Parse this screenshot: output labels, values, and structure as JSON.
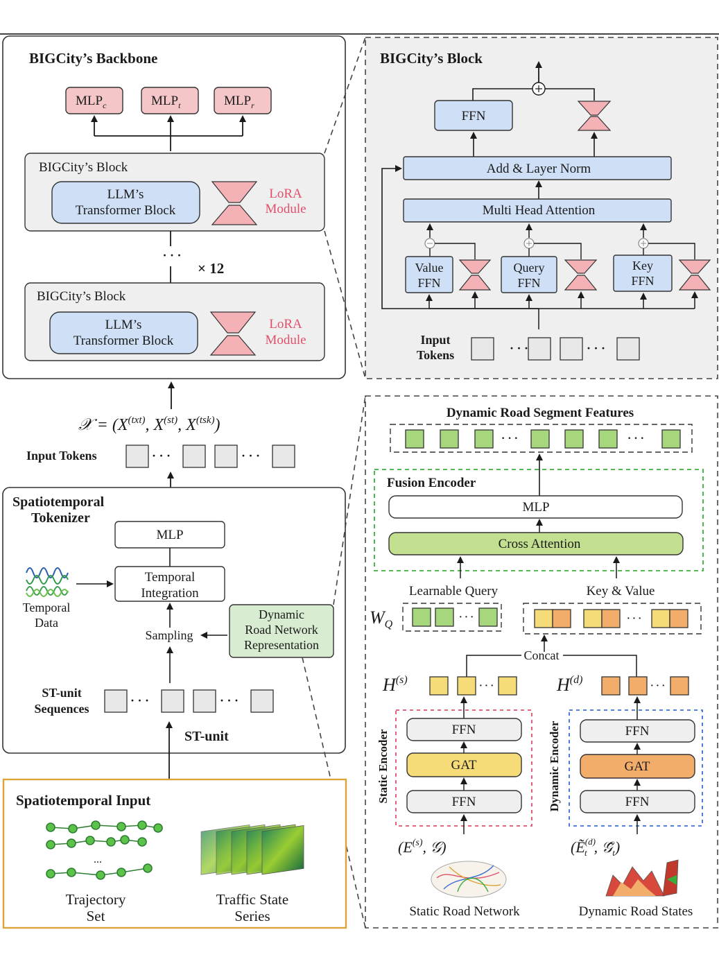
{
  "colors": {
    "mlp_pink": "#f4c6c8",
    "block_blue": "#cfe0f6",
    "gray_panel": "#efefef",
    "lora_pink": "#f4b2b6",
    "lora_text": "#e0506a",
    "green_node": "#a7d77c",
    "yellow_node": "#f6dc79",
    "orange_node": "#f3ad6a",
    "input_border": "#d9a43a",
    "green_dash": "#3aae3a",
    "red_dash": "#e0506a",
    "blue_dash": "#3a6ed6"
  },
  "backbone": {
    "title": "BIGCity’s Backbone",
    "heads": [
      {
        "base": "MLP",
        "sub": "c"
      },
      {
        "base": "MLP",
        "sub": "t"
      },
      {
        "base": "MLP",
        "sub": "r"
      }
    ],
    "block_top_title": "BIGCity’s Block",
    "block_bottom_title": "BIGCity’s Block",
    "transformer_line1": "LLM’s",
    "transformer_line2": "Transformer Block",
    "lora_line1": "LoRA",
    "lora_line2": "Module",
    "ellipsis": "· · ·",
    "repeat": "× 12"
  },
  "block_detail": {
    "title": "BIGCity’s Block",
    "ffn": "FFN",
    "add_norm": "Add & Layer Norm",
    "mha": "Multi Head Attention",
    "value_ffn": [
      "Value",
      "FFN"
    ],
    "query_ffn": [
      "Query",
      "FFN"
    ],
    "key_ffn": [
      "Key",
      "FFN"
    ],
    "input_tokens": [
      "Input",
      "Tokens"
    ]
  },
  "middle": {
    "formula_lhs": "𝒳 = (X",
    "sup_txt": "(txt)",
    "sup_st": "(st)",
    "sup_tsk": "(tsk)",
    "input_tokens": "Input Tokens"
  },
  "tokenizer": {
    "title_line1": "Spatiotemporal",
    "title_line2": "Tokenizer",
    "mlp": "MLP",
    "temporal_integration": [
      "Temporal",
      "Integration"
    ],
    "temporal_data": [
      "Temporal",
      "Data"
    ],
    "sampling": "Sampling",
    "dynamic_rn": [
      "Dynamic",
      "Road Network",
      "Representation"
    ],
    "st_unit_sequences": [
      "ST-unit",
      "Sequences"
    ],
    "st_unit": "ST-unit"
  },
  "input_panel": {
    "title": "Spatiotemporal Input",
    "trajectory": [
      "Trajectory",
      "Set"
    ],
    "traffic": [
      "Traffic State",
      "Series"
    ],
    "dots": "..."
  },
  "road": {
    "title": "Dynamic Road Segment Features",
    "fusion_title": "Fusion  Encoder",
    "mlp": "MLP",
    "cross_attention": "Cross Attention",
    "learnable_query": "Learnable Query",
    "key_value": "Key & Value",
    "wq": "W",
    "wq_sub": "Q",
    "concat": "Concat",
    "hs": "H",
    "hs_sup": "(s)",
    "hd": "H",
    "hd_sup": "(d)",
    "static_encoder": "Static Encoder",
    "dynamic_encoder": "Dynamic Encoder",
    "ffn": "FFN",
    "gat": "GAT",
    "static_input": "(E",
    "static_input_sup": "(s)",
    "static_input_tail": ", 𝒢)",
    "dynamic_input": "(Ẽ",
    "dynamic_input_sup": "(d)",
    "dynamic_input_sub": "t",
    "dynamic_input_tail": ", 𝒢̃",
    "dynamic_input_tail_sub": "t",
    "static_network": "Static Road Network",
    "dynamic_states": "Dynamic Road States"
  }
}
